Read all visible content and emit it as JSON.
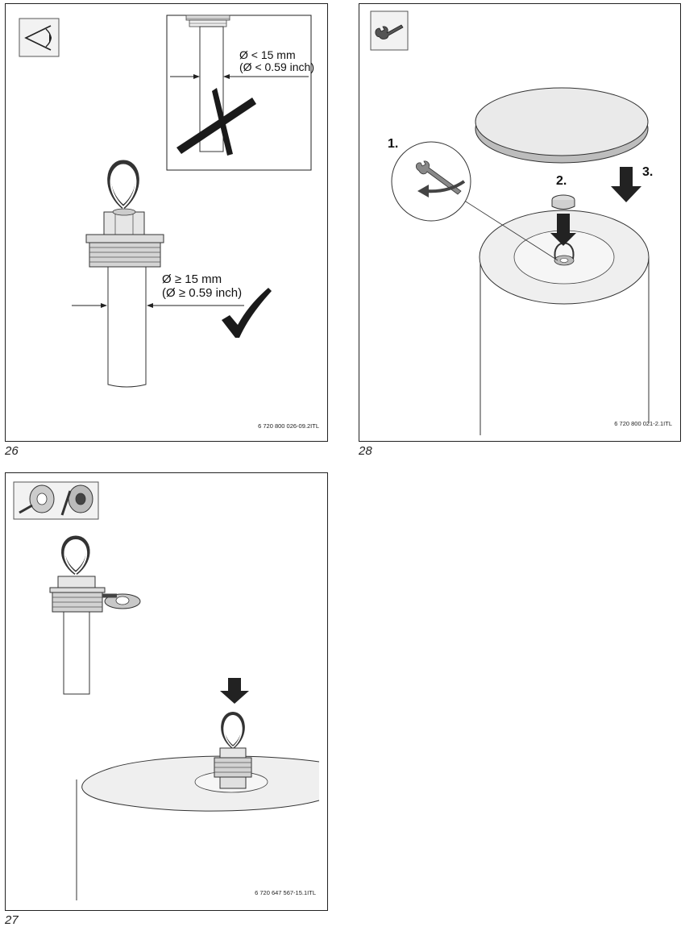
{
  "figures": [
    {
      "number": "26",
      "code": "6 720 800 026-09.2ITL",
      "icon": "eye-inspect-icon",
      "wrong": {
        "line1": "Ø < 15 mm",
        "line2": "(Ø < 0.59 inch)"
      },
      "right": {
        "line1": "Ø ≥ 15 mm",
        "line2": "(Ø ≥ 0.59 inch)"
      }
    },
    {
      "number": "28",
      "code": "6 720 800 021-2.1ITL",
      "icon": "wrench-icon",
      "steps": [
        "1.",
        "2.",
        "3."
      ]
    },
    {
      "number": "27",
      "code": "6 720 647 567-15.1ITL",
      "icon": "sealing-tape-icon"
    }
  ]
}
